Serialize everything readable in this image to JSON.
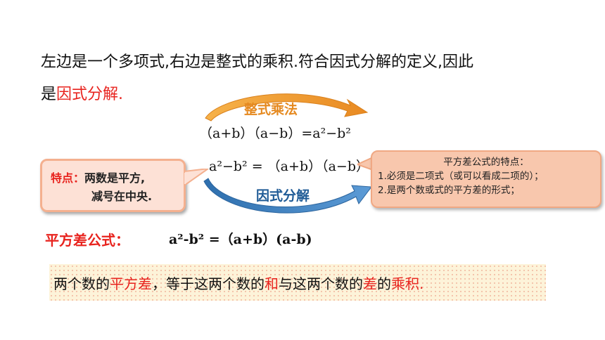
{
  "intro": {
    "line1": "左边是一个多项式,右边是整式的乘积.符合因式分解的定义,因此",
    "line2_prefix": "是",
    "line2_highlight": "因式分解",
    "line2_suffix": "."
  },
  "top_arrow_label": "整式乘法",
  "equation_multiply": {
    "lhs": "（a+b）（a−b）",
    "rhs": "a²−b²"
  },
  "equation_factor": {
    "lhs": "a²−b²",
    "rhs": "（a+b）（a−b）"
  },
  "bottom_arrow_label": "因式分解",
  "note_left": {
    "title": "特点：",
    "line1": "两数是平方,",
    "line2": "减号在中央."
  },
  "note_right": {
    "title": "平方差公式的特点：",
    "item1": "1.必须是二项式（或可以看成二项的）；",
    "item2": "2.是两个数或式的平方差的形式；"
  },
  "formula": {
    "label": "平方差公式：",
    "expression": "a²-b² =（a+b）(a-b)"
  },
  "summary": {
    "part1": "两个数的",
    "part2": "平方差",
    "part3": "，等于这两个数的",
    "part4": "和",
    "part5": "与这两个数的",
    "part6": "差",
    "part7": "的",
    "part8": "乘积",
    "part9": "."
  },
  "colors": {
    "highlight_red": "#e8231e",
    "top_arrow": "#f0a13a",
    "bottom_arrow": "#3d7fbf",
    "note_left_bg": "#fde1d6",
    "note_right_bg": "#f8c7ad",
    "summary_bg": "#fdf3d9"
  }
}
